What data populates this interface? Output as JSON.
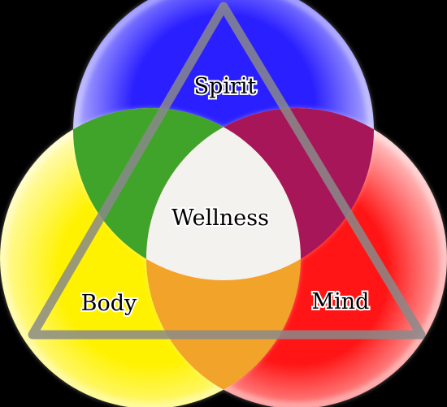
{
  "labels": {
    "spirit": "Spirit",
    "wellness": "Wellness",
    "body": "Body",
    "mind": "Mind"
  },
  "colors": {
    "spirit": "#2a1fff",
    "body": "#fff200",
    "mind": "#ff1515",
    "body_spirit": "#3fa42a",
    "spirit_mind": "#a8155a",
    "body_mind": "#f2a32a",
    "wellness": "#f4f2ee",
    "triangle": "#8a8a8a",
    "label_fill": "#000000",
    "label_halo": "#ffffff",
    "background": "#000000"
  }
}
